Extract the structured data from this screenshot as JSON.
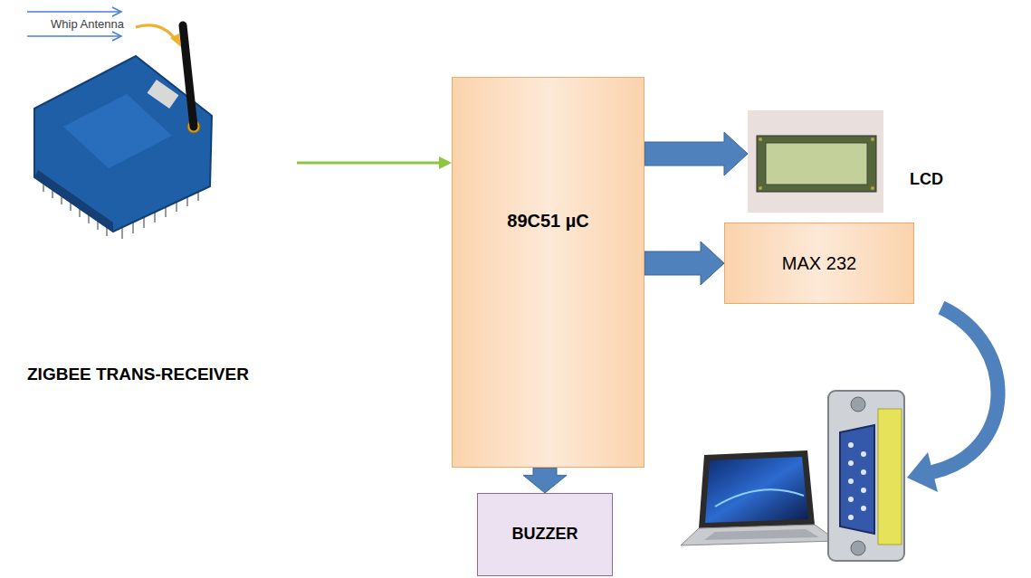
{
  "diagram": {
    "nodes": [
      {
        "text": [
          "ZIGBEE TRANS-RECEIVER"
        ]
      },
      {
        "text": [
          "89C51 µC"
        ]
      },
      {
        "text": [
          "LCD"
        ]
      },
      {
        "text": [
          "MAX 232"
        ]
      },
      {
        "text": [
          "BUZZER"
        ]
      }
    ],
    "edges": [
      {
        "from": 0,
        "to": 1,
        "arrow": "to"
      },
      {
        "from": 1,
        "to": 2,
        "arrow": "to"
      },
      {
        "from": 1,
        "to": 3,
        "arrow": "to"
      },
      {
        "from": 1,
        "to": 4,
        "arrow": "to"
      }
    ],
    "labels": [
      "Whip Antenna"
    ]
  }
}
